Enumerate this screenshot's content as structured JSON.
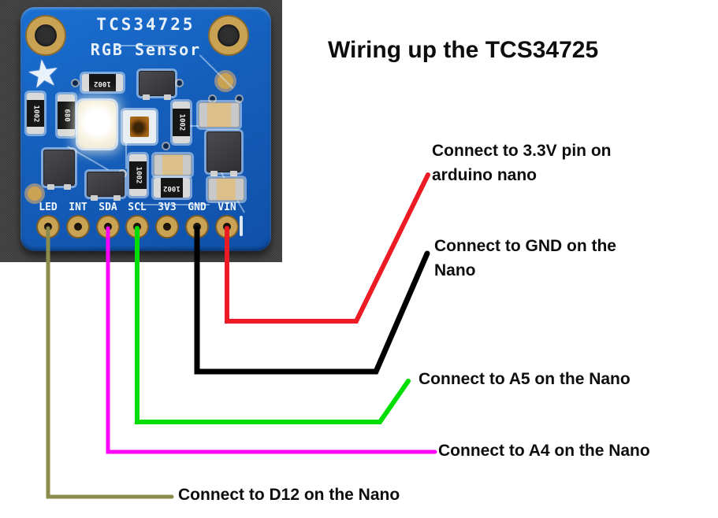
{
  "title": "Wiring up the TCS34725",
  "photo": {
    "background": "#3e3e3e",
    "board": {
      "pcb_color": "#1563c0",
      "silk_color": "#e8f1fa",
      "pad_gold": "#c9a254",
      "silk_line1": "TCS34725",
      "silk_line2": "RGB Sensor",
      "star_icon": "★",
      "pins": [
        "LED",
        "INT",
        "SDA",
        "SCL",
        "3V3",
        "GND",
        "VIN"
      ],
      "resistor_labels": [
        "1002",
        "1002",
        "680",
        "1002",
        "1002",
        "1002"
      ]
    }
  },
  "wires": [
    {
      "pin": "VIN",
      "color": "#ed1c24",
      "connects_to": "3.3V pin on arduino nano"
    },
    {
      "pin": "GND",
      "color": "#000000",
      "connects_to": "GND on the Nano"
    },
    {
      "pin": "SCL",
      "color": "#00dd00",
      "connects_to": "A5 on the Nano"
    },
    {
      "pin": "SDA",
      "color": "#ff00ff",
      "connects_to": "A4 on the Nano"
    },
    {
      "pin": "LED",
      "color": "#8b8b4b",
      "connects_to": "D12 on the Nano"
    }
  ],
  "captions": [
    {
      "lines": [
        "Connect to 3.3V pin on",
        "arduino nano"
      ]
    },
    {
      "lines": [
        "Connect to GND on the",
        "Nano"
      ]
    },
    {
      "lines": [
        "Connect to A5 on the Nano"
      ]
    },
    {
      "lines": [
        "Connect to A4 on the Nano"
      ]
    },
    {
      "lines": [
        "Connect to D12 on the Nano"
      ]
    }
  ]
}
